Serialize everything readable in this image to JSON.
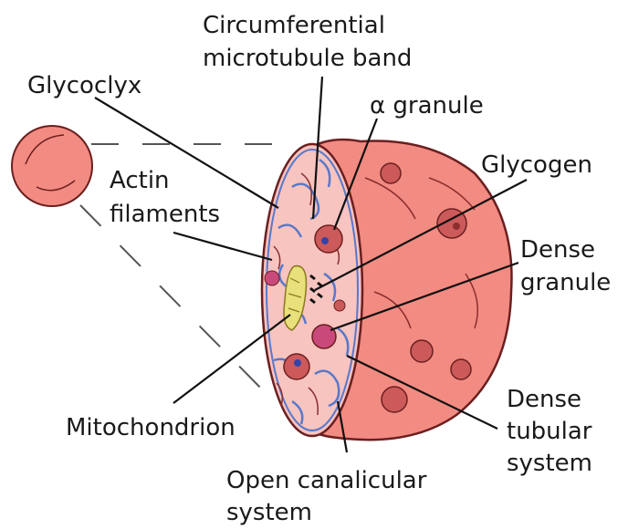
{
  "colors": {
    "cell_fill": "#f28b82",
    "cell_outline": "#6b1f1f",
    "cross_section": "#f8c4c0",
    "membrane_blue": "#5a78c8",
    "granule": "#cc5a5a",
    "granule_dark": "#a83c3c",
    "dense_granule": "#c94a7a",
    "mitochondrion": "#e8e07a",
    "glycogen": "#111111",
    "leader": "#111111"
  },
  "labels": {
    "circumferential_line1": "Circumferential",
    "circumferential_line2": "microtubule band",
    "glycoclyx": "Glycoclyx",
    "alpha_granule": "α granule",
    "glycogen": "Glycogen",
    "actin_line1": "Actin",
    "actin_line2": "filaments",
    "dense_granule_line1": "Dense",
    "dense_granule_line2": "granule",
    "mitochondrion": "Mitochondrion",
    "dense_tubular_line1": "Dense",
    "dense_tubular_line2": "tubular",
    "dense_tubular_line3": "system",
    "open_canalicular_line1": "Open canalicular",
    "open_canalicular_line2": "system"
  }
}
